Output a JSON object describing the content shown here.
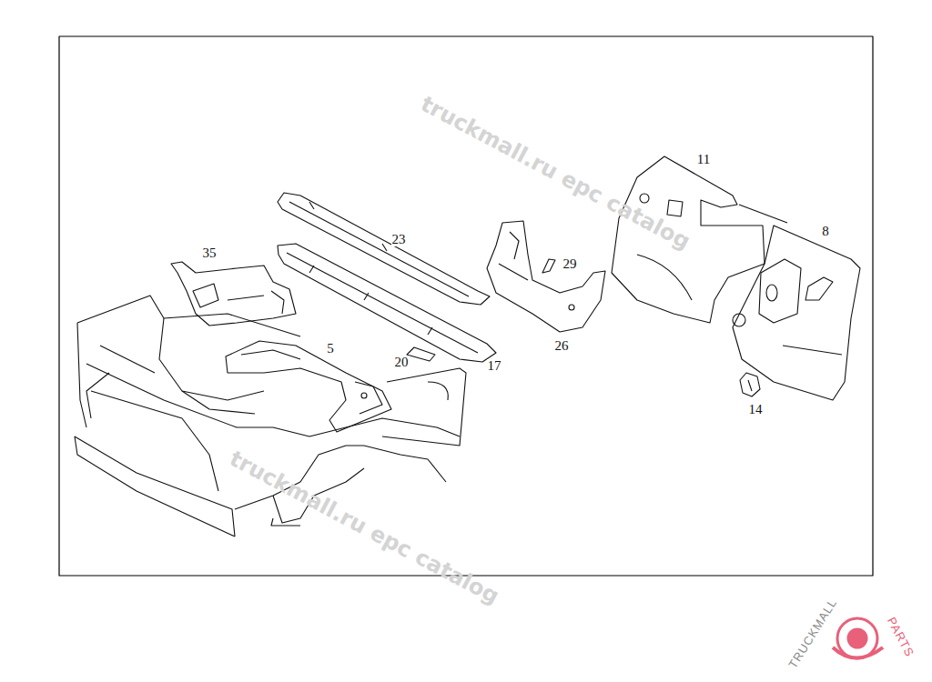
{
  "diagram": {
    "labels": [
      "11",
      "8",
      "23",
      "35",
      "29",
      "26",
      "5",
      "20",
      "17",
      "14",
      "truckmall.ru epc catalog",
      "truckmall.ru epc catalog",
      "TRUCKMALL",
      "PARTS"
    ]
  }
}
